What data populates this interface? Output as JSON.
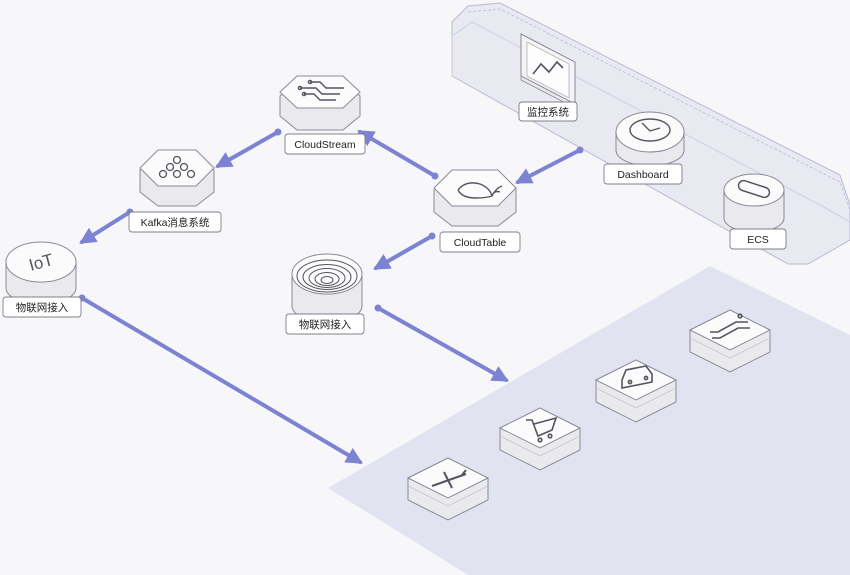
{
  "nodes": {
    "monitor": {
      "label": "监控系统",
      "icon": "monitor-chart-icon"
    },
    "dashboard": {
      "label": "Dashboard",
      "icon": "gauge-icon"
    },
    "ecs": {
      "label": "ECS",
      "icon": "server-icon"
    },
    "cloudstream": {
      "label": "CloudStream",
      "icon": "flow-lines-icon"
    },
    "cloudtable": {
      "label": "CloudTable",
      "icon": "whale-icon"
    },
    "kafka": {
      "label": "Kafka消息系统",
      "icon": "hexagon-cluster-icon"
    },
    "iot": {
      "label": "物联网接入",
      "icon": "iot-text-icon",
      "icon_text": "IoT"
    },
    "iot_access": {
      "label": "物联网接入",
      "icon": "concentric-arcs-icon"
    }
  },
  "devices": [
    {
      "icon": "airplane-icon"
    },
    {
      "icon": "shopping-cart-icon"
    },
    {
      "icon": "car-icon"
    },
    {
      "icon": "escalator-icon"
    }
  ],
  "colors": {
    "arrow": "#7b83d2",
    "platform": "#e3e4f1",
    "node_top": "#fbfbfc",
    "node_side": "#e9e9ee",
    "outline": "#8a8a96",
    "icon": "#555560"
  }
}
